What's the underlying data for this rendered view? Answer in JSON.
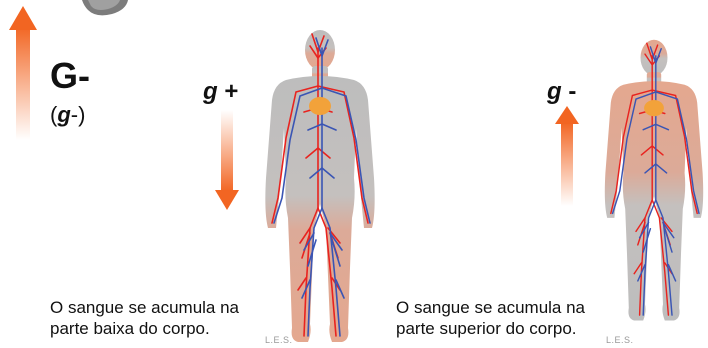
{
  "left_panel": {
    "title": "G-",
    "subtitle_open": "(",
    "subtitle_g": "g",
    "subtitle_rest": "-)"
  },
  "figure_plus": {
    "label_g": "g",
    "label_sign": " +",
    "caption_line1": "O sangue se acumula na",
    "caption_line2": "parte baixa do corpo.",
    "credit": "L.E.S."
  },
  "figure_minus": {
    "label_g": "g",
    "label_sign": " -",
    "caption_line1": "O sangue se acumula na",
    "caption_line2": "parte superior do corpo.",
    "credit": "L.E.S."
  },
  "colors": {
    "arrow": "#f26522",
    "body": "#b9b9b9",
    "blood": "#e8a48a",
    "artery": "#e8231f",
    "vein": "#3a55b4",
    "heart": "#f2a23a"
  }
}
